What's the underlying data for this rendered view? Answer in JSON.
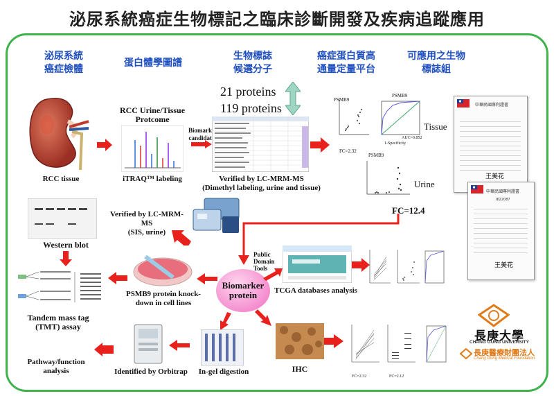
{
  "title": "泌尿系統癌症生物標記之臨床診斷開發及疾病追蹤應用",
  "headers": {
    "h1_line1": "泌尿系統",
    "h1_line2": "癌症檢體",
    "h2": "蛋白體學圖譜",
    "h3_line1": "生物標誌",
    "h3_line2": "候選分子",
    "h4_line1": "癌症蛋白質高",
    "h4_line2": "通量定量平台",
    "h5_line1": "可應用之生物",
    "h5_line2": "標誌組"
  },
  "flow": {
    "rcc_tissue": "RCC tissue",
    "rcc_urine_title1": "RCC Urine/Tissue",
    "rcc_urine_title2": "Protcome",
    "itraq": "iTRAQ™ labeling",
    "biomarker_candidates1": "Biomarker",
    "biomarker_candidates2": "candidates",
    "proteins_21": "21 proteins",
    "proteins_119": "119 proteins",
    "verified_mrm1": "Verified by LC-MRM-MS",
    "verified_mrm2": "(Dimethyl labeling, urine and tissue)",
    "tissue": "Tissue",
    "urine": "Urine",
    "fc": "FC=12.4",
    "psmb9": "PSMB9",
    "auc": "AUC=0.852",
    "specificity": "1-Specificity",
    "verified_sis1": "Verified by LC-MRM-MS",
    "verified_sis2": "(SIS, urine)",
    "western_blot": "Western blot",
    "public_tools1": "Public",
    "public_tools2": "Domain",
    "public_tools3": "Tools",
    "tcga": "TCGA databases analysis",
    "biomarker1": "Biomarker",
    "biomarker2": "protein",
    "knockdown1": "PSMB9 protein knock-",
    "knockdown2": "down in cell lines",
    "tmt1": "Tandem mass tag",
    "tmt2": "(TMT) assay",
    "pathway1": "Pathway/function",
    "pathway2": "analysis",
    "orbitrap": "Identified by Orbitrap",
    "ingel": "In-gel digestion",
    "ihc": "IHC",
    "fc_ihc": "FC=2.32",
    "fc_ihc2": "FC=2.12"
  },
  "logos": {
    "cgu_zh": "長庚大學",
    "cgu_en": "CHANG GUNG UNIVERSITY",
    "cgmf_zh": "長庚醫療財團法人",
    "cgmf_en": "Chang Gung Medical Foundation"
  },
  "patents": {
    "p1_title": "中華民國專利證書",
    "p2_title": "中華民國專利證書",
    "p2_no": "I622087",
    "signature": "王美花"
  },
  "colors": {
    "frame": "#3db34a",
    "header_blue": "#1f4fbf",
    "arrow_red": "#e8211d",
    "biomarker_pink": "#f06fc1"
  }
}
